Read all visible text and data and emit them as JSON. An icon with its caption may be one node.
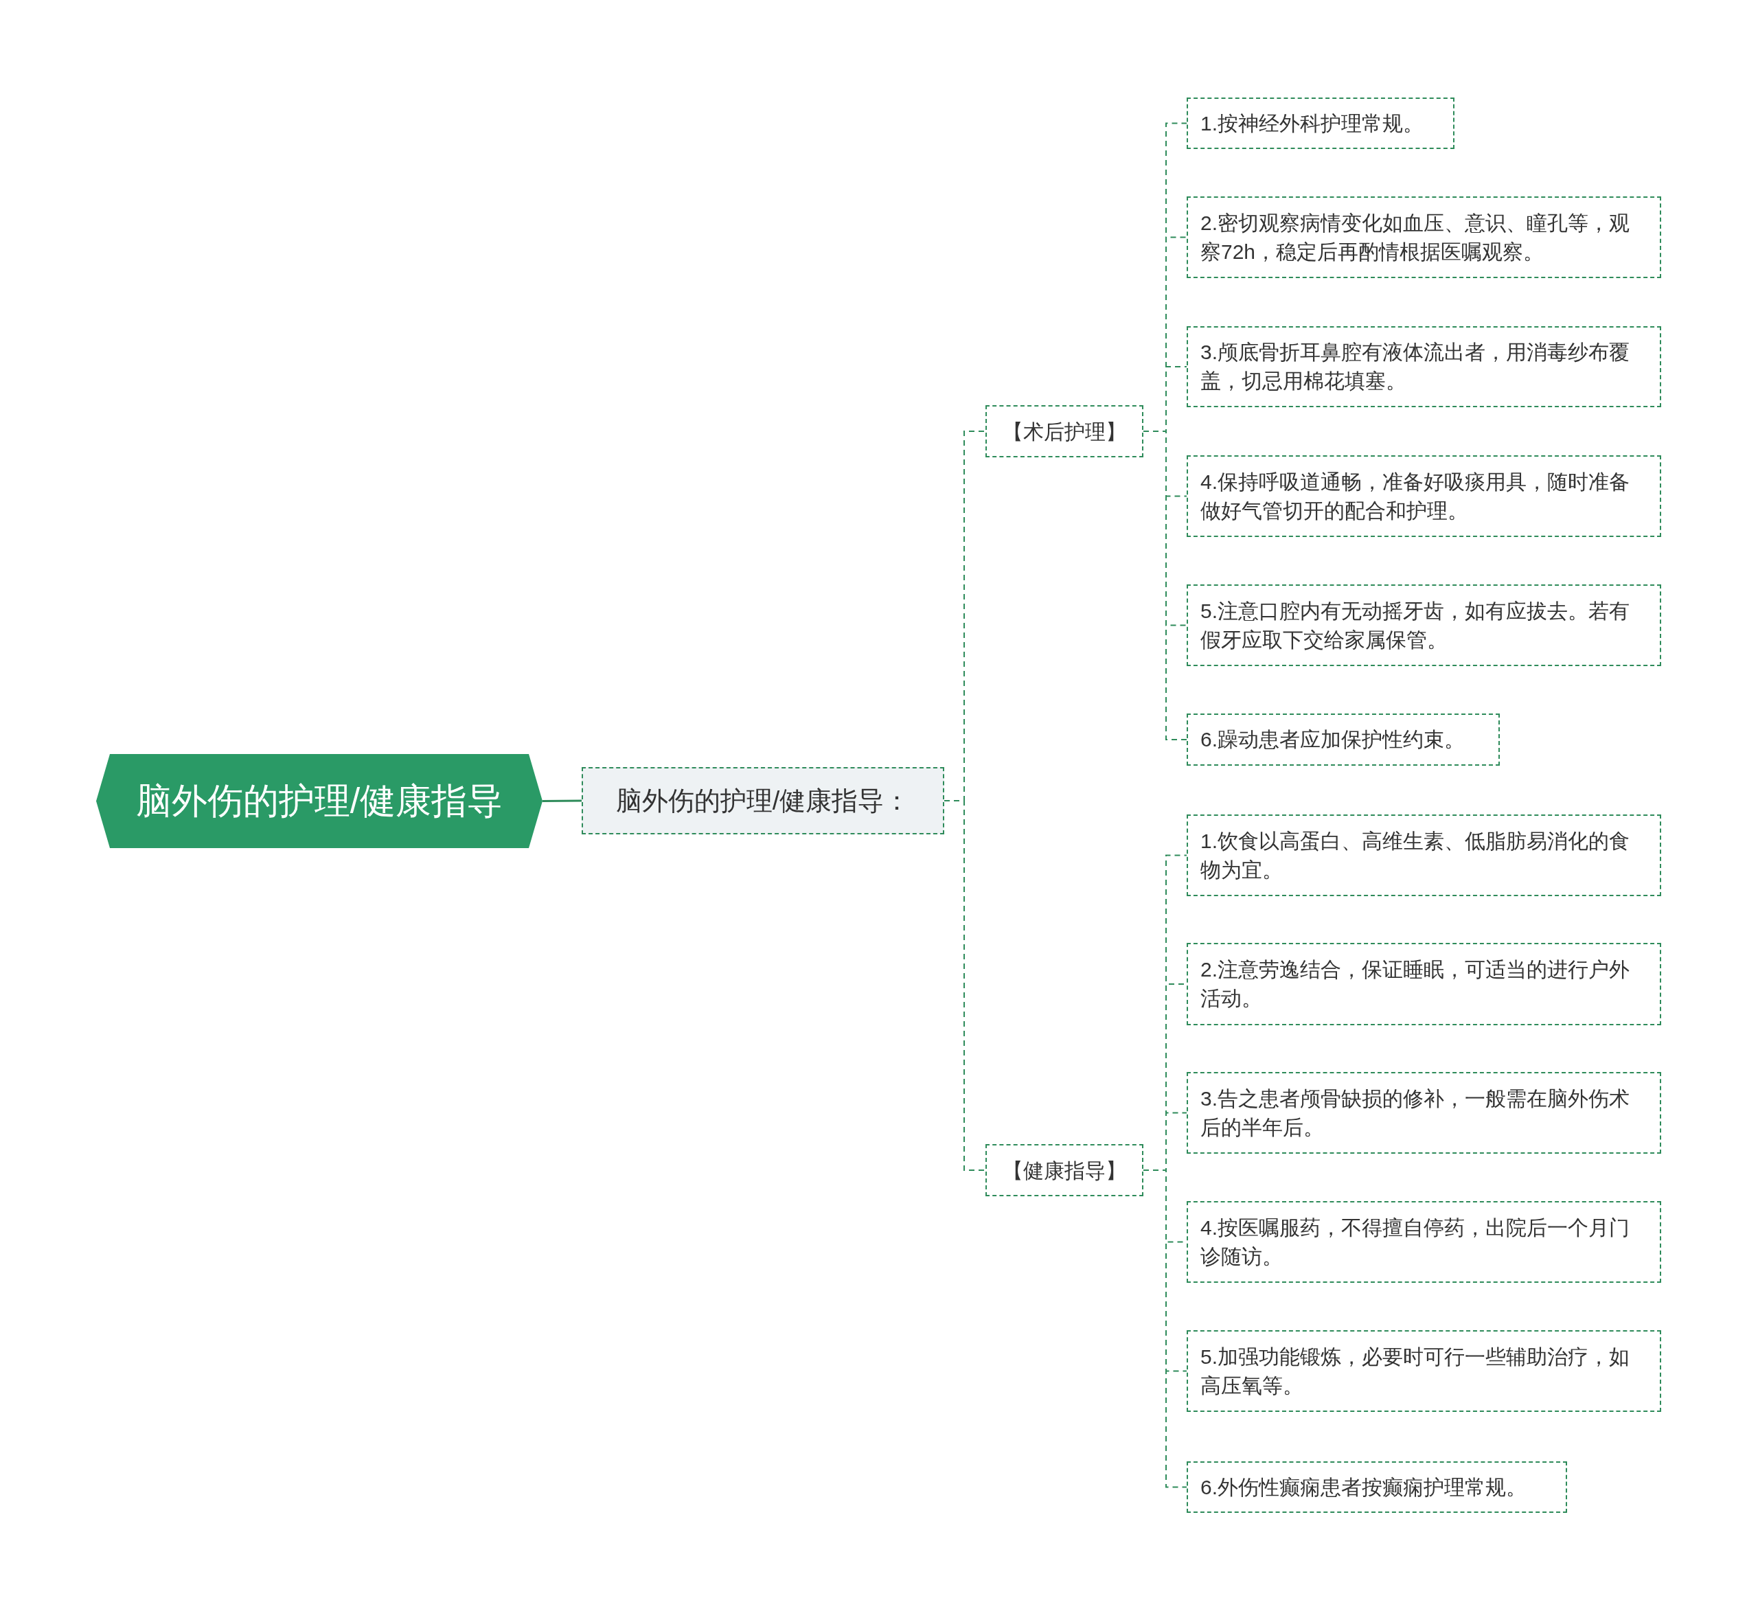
{
  "diagram": {
    "nodes": [
      {
        "text": [
          "脑外伤的护理/健康指导"
        ]
      },
      {
        "text": [
          "脑外伤的护理/健康指导："
        ]
      },
      {
        "text": [
          "【术后护理】"
        ]
      },
      {
        "text": [
          "1.按神经外科护理常规。"
        ]
      },
      {
        "text": [
          "2.密切观察病情变化如血压、意识、瞳孔等，观察72h，稳定后再酌情根据医嘱观察。"
        ]
      },
      {
        "text": [
          "3.颅底骨折耳鼻腔有液体流出者，用消毒纱布覆盖，切忌用棉花填塞。"
        ]
      },
      {
        "text": [
          "4.保持呼吸道通畅，准备好吸痰用具，随时准备做好气管切开的配合和护理。"
        ]
      },
      {
        "text": [
          "5.注意口腔内有无动摇牙齿，如有应拔去。若有假牙应取下交给家属保管。"
        ]
      },
      {
        "text": [
          "6.躁动患者应加保护性约束。"
        ]
      },
      {
        "text": [
          "【健康指导】"
        ]
      },
      {
        "text": [
          "1.饮食以高蛋白、高维生素、低脂肪易消化的食物为宜。"
        ]
      },
      {
        "text": [
          "2.注意劳逸结合，保证睡眠，可适当的进行户外活动。"
        ]
      },
      {
        "text": [
          "3.告之患者颅骨缺损的修补，一般需在脑外伤术后的半年后。"
        ]
      },
      {
        "text": [
          "4.按医嘱服药，不得擅自停药，出院后一个月门诊随访。"
        ]
      },
      {
        "text": [
          "5.加强功能锻炼，必要时可行一些辅助治疗，如高压氧等。"
        ]
      },
      {
        "text": [
          "6.外伤性癫痫患者按癫痫护理常规。"
        ]
      }
    ],
    "edges": [
      {
        "from": 0,
        "to": 1,
        "arrow": "none"
      },
      {
        "from": 1,
        "to": 2,
        "arrow": "none",
        "style": "dashed"
      },
      {
        "from": 1,
        "to": 9,
        "arrow": "none",
        "style": "dashed"
      },
      {
        "from": 2,
        "to": 3,
        "arrow": "none",
        "style": "dashed"
      },
      {
        "from": 2,
        "to": 4,
        "arrow": "none",
        "style": "dashed"
      },
      {
        "from": 2,
        "to": 5,
        "arrow": "none",
        "style": "dashed"
      },
      {
        "from": 2,
        "to": 6,
        "arrow": "none",
        "style": "dashed"
      },
      {
        "from": 2,
        "to": 7,
        "arrow": "none",
        "style": "dashed"
      },
      {
        "from": 2,
        "to": 8,
        "arrow": "none",
        "style": "dashed"
      },
      {
        "from": 9,
        "to": 10,
        "arrow": "none",
        "style": "dashed"
      },
      {
        "from": 9,
        "to": 11,
        "arrow": "none",
        "style": "dashed"
      },
      {
        "from": 9,
        "to": 12,
        "arrow": "none",
        "style": "dashed"
      },
      {
        "from": 9,
        "to": 13,
        "arrow": "none",
        "style": "dashed"
      },
      {
        "from": 9,
        "to": 14,
        "arrow": "none",
        "style": "dashed"
      },
      {
        "from": 9,
        "to": 15,
        "arrow": "none",
        "style": "dashed"
      }
    ]
  }
}
